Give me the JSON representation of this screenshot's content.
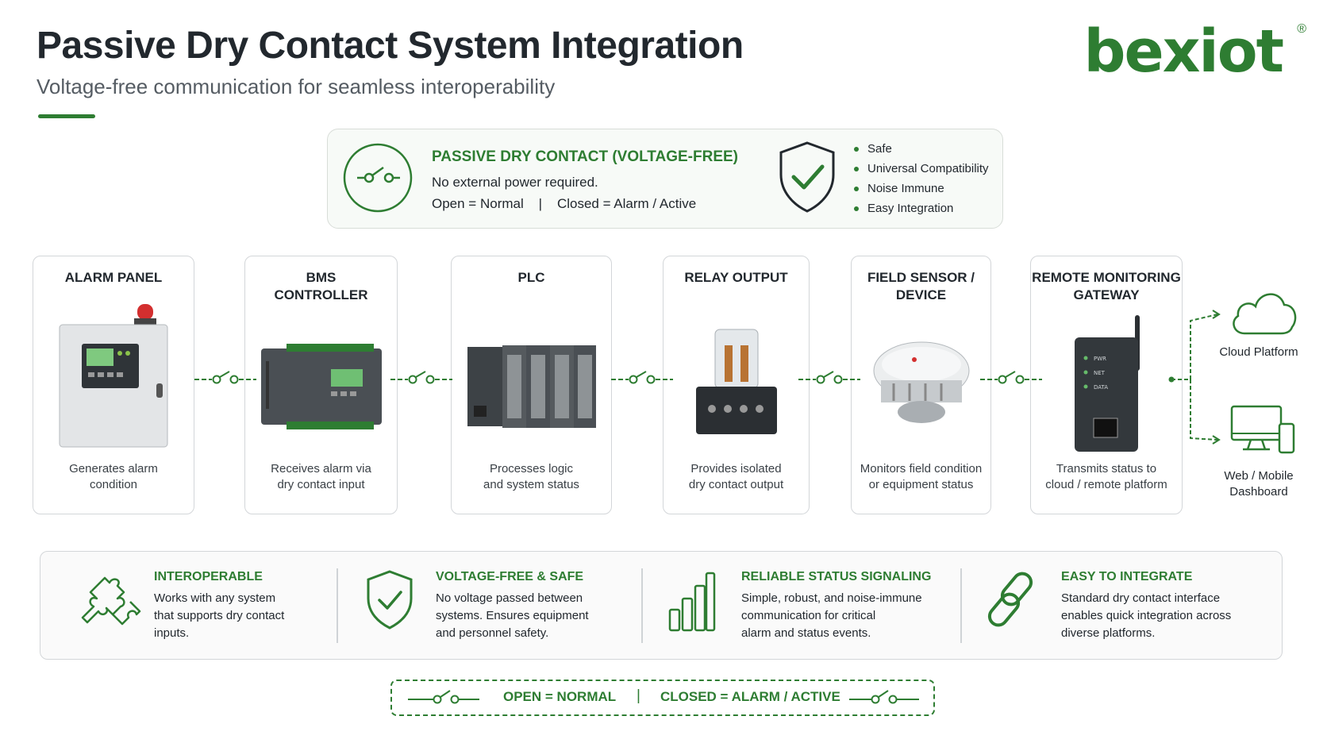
{
  "header": {
    "title": "Passive Dry Contact System Integration",
    "subtitle": "Voltage-free communication for seamless interoperability",
    "logo": "bexiot",
    "logo_mark": "®"
  },
  "summary": {
    "heading": "PASSIVE DRY CONTACT (VOLTAGE-FREE)",
    "line1": "No external power required.",
    "line2": "Open = Normal    |    Closed = Alarm / Active",
    "bullets": [
      "Safe",
      "Universal Compatibility",
      "Noise Immune",
      "Easy Integration"
    ]
  },
  "devices": [
    {
      "title": "ALARM PANEL",
      "desc": "Generates alarm\ncondition"
    },
    {
      "title": "BMS\nCONTROLLER",
      "desc": "Receives alarm via\ndry contact input"
    },
    {
      "title": "PLC",
      "desc": "Processes logic\nand system status"
    },
    {
      "title": "RELAY OUTPUT",
      "desc": "Provides isolated\ndry contact output"
    },
    {
      "title": "FIELD SENSOR /\nDEVICE",
      "desc": "Monitors field condition\nor equipment status"
    },
    {
      "title": "REMOTE MONITORING\nGATEWAY",
      "desc": "Transmits status to\ncloud / remote platform"
    }
  ],
  "gateway_leds": [
    "PWR",
    "NET",
    "DATA"
  ],
  "destinations": [
    {
      "label": "Cloud Platform",
      "icon": "cloud-icon"
    },
    {
      "label": "Web / Mobile\nDashboard",
      "icon": "monitor-phone-icon"
    }
  ],
  "features": [
    {
      "heading": "INTEROPERABLE",
      "text": "Works with any system\nthat supports dry contact\ninputs.",
      "icon": "puzzle-icon"
    },
    {
      "heading": "VOLTAGE-FREE & SAFE",
      "text": "No voltage passed between\nsystems. Ensures equipment\nand personnel safety.",
      "icon": "shield-check-icon"
    },
    {
      "heading": "RELIABLE STATUS SIGNALING",
      "text": "Simple, robust, and noise-immune\ncommunication for critical\nalarm and status events.",
      "icon": "signal-bars-icon"
    },
    {
      "heading": "EASY TO INTEGRATE",
      "text": "Standard dry contact interface\nenables quick integration across\ndiverse platforms.",
      "icon": "link-icon"
    }
  ],
  "legend": {
    "open": "OPEN = NORMAL",
    "separator": "|",
    "closed": "CLOSED = ALARM / ACTIVE"
  },
  "colors": {
    "accent": "#2e7d32",
    "text": "#22282e",
    "border": "#d3d6d9"
  }
}
